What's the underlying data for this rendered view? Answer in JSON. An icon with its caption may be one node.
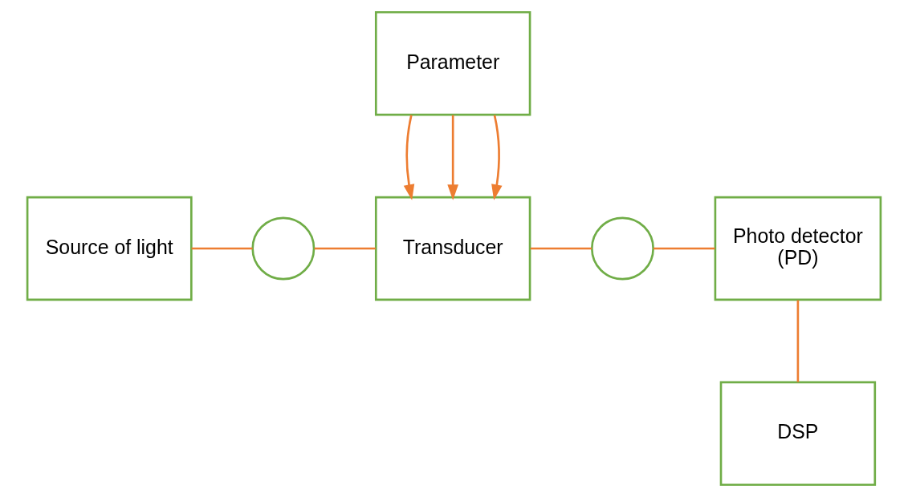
{
  "diagram": {
    "nodes": [
      {
        "text": [
          "Parameter"
        ]
      },
      {
        "text": [
          "Source of light"
        ]
      },
      {
        "text": [],
        "shape": "circle"
      },
      {
        "text": [
          "Transducer"
        ]
      },
      {
        "text": [],
        "shape": "circle"
      },
      {
        "text": [
          "Photo detector",
          "(PD)"
        ]
      },
      {
        "text": [
          "DSP"
        ]
      }
    ],
    "edges": [
      {
        "from": 0,
        "to": 3,
        "arrow": "to"
      },
      {
        "from": 0,
        "to": 3,
        "arrow": "to"
      },
      {
        "from": 0,
        "to": 3,
        "arrow": "to"
      },
      {
        "from": 1,
        "to": 2,
        "arrow": "none"
      },
      {
        "from": 2,
        "to": 3,
        "arrow": "none"
      },
      {
        "from": 3,
        "to": 4,
        "arrow": "none"
      },
      {
        "from": 4,
        "to": 5,
        "arrow": "none"
      },
      {
        "from": 5,
        "to": 6,
        "arrow": "none"
      }
    ]
  }
}
